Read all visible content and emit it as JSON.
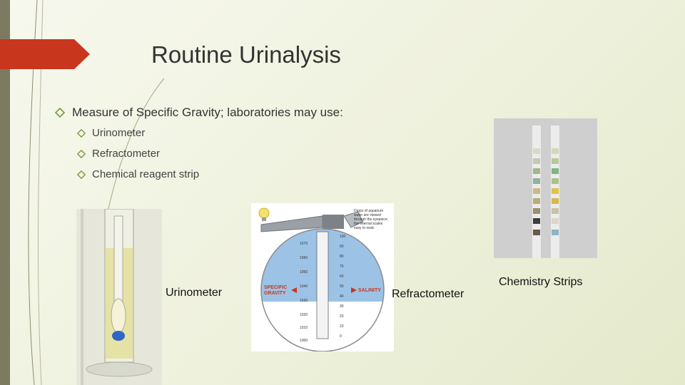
{
  "slide": {
    "title": "Routine Urinalysis",
    "bullets": {
      "main": "Measure of Specific Gravity; laboratories may use:",
      "sub": [
        "Urinometer",
        "Refractometer",
        "Chemical reagent strip"
      ]
    },
    "images": {
      "refractometer": {
        "callout": "Drops of aquarium water are viewed through the eyepiece; the internal scales easy to read.",
        "sg_label": "SPECIFIC GRAVITY",
        "salinity_label": "SALINITY",
        "sg_ticks": [
          "1070",
          "1060",
          "1050",
          "1040",
          "1030",
          "1020",
          "1010",
          "1000"
        ],
        "salinity_ticks": [
          "100",
          "90",
          "80",
          "70",
          "60",
          "50",
          "40",
          "30",
          "20",
          "10",
          "0"
        ]
      }
    },
    "captions": {
      "urinometer": "Urinometer",
      "refractometer": "Refractometer",
      "chemistry_strips": "Chemistry Strips"
    }
  },
  "colors": {
    "accent": "#c9361e",
    "bar": "#7d7a62",
    "bullet_marker": "#7a9a3a"
  },
  "icons": {
    "bullet": "diamond-outline-icon",
    "bulb": "light-bulb-icon"
  }
}
